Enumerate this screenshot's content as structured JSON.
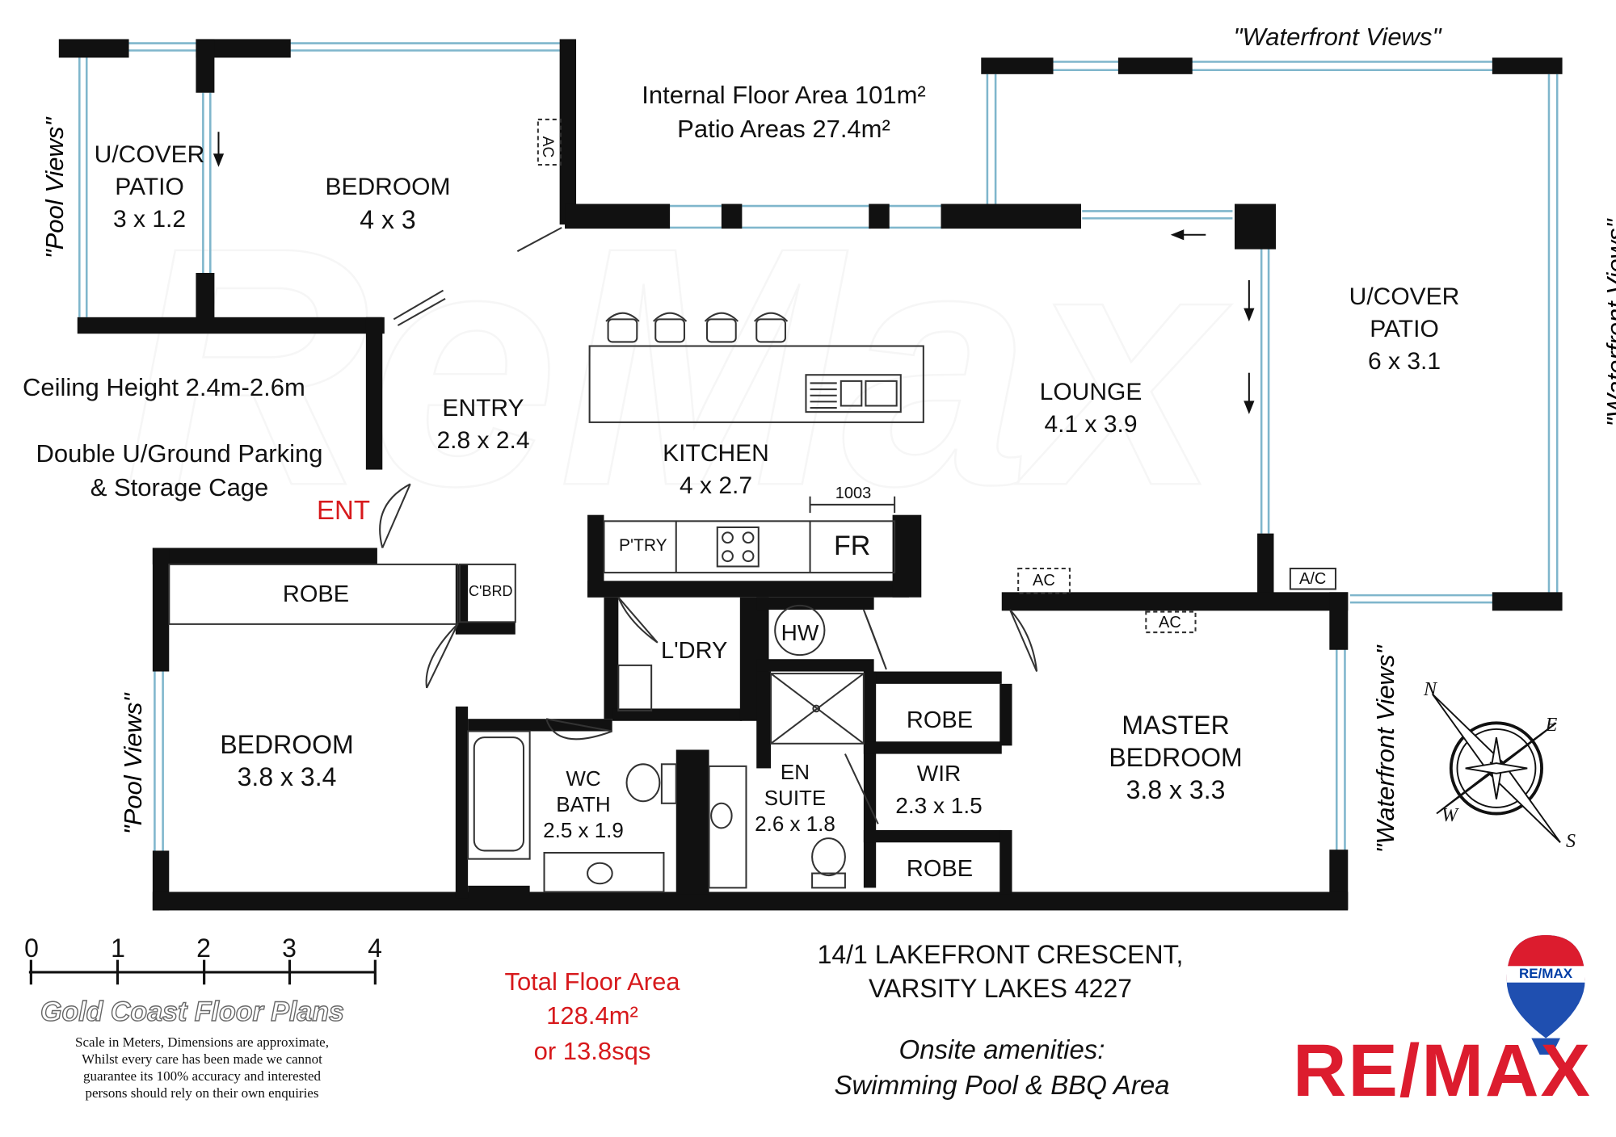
{
  "header": {
    "internal_area": "Internal Floor Area 101m²",
    "patio_area": "Patio Areas 27.4m²",
    "ceiling_height": "Ceiling Height 2.4m-2.6m",
    "parking_line1": "Double U/Ground Parking",
    "parking_line2": "& Storage Cage",
    "entrance": "ENT"
  },
  "views": {
    "waterfront_top": "\"Waterfront Views\"",
    "waterfront_right": "\"Waterfront Views\"",
    "waterfront_master": "\"Waterfront Views\"",
    "pool_left_top": "\"Pool Views\"",
    "pool_left_bottom": "\"Pool Views\""
  },
  "rooms": {
    "patio_small": {
      "name1": "U/COVER",
      "name2": "PATIO",
      "size": "3 x 1.2"
    },
    "bedroom_top": {
      "name": "BEDROOM",
      "size": "4 x 3"
    },
    "entry": {
      "name": "ENTRY",
      "size": "2.8 x 2.4"
    },
    "kitchen": {
      "name": "KITCHEN",
      "size": "4 x 2.7"
    },
    "lounge": {
      "name": "LOUNGE",
      "size": "4.1 x 3.9"
    },
    "patio_large": {
      "name1": "U/COVER",
      "name2": "PATIO",
      "size": "6 x 3.1"
    },
    "bedroom_bottom": {
      "name": "BEDROOM",
      "size": "3.8 x 3.4"
    },
    "wc_bath": {
      "name1": "WC",
      "name2": "BATH",
      "size": "2.5 x 1.9"
    },
    "ensuite": {
      "name1": "EN",
      "name2": "SUITE",
      "size": "2.6 x 1.8"
    },
    "wir": {
      "name": "WIR",
      "size": "2.3 x 1.5"
    },
    "master": {
      "name1": "MASTER",
      "name2": "BEDROOM",
      "size": "3.8 x 3.3"
    },
    "laundry": "L'DRY",
    "robe_bottom_bedroom": "ROBE",
    "robe_wir_top": "ROBE",
    "robe_wir_bottom": "ROBE",
    "cupboard": "C'BRD",
    "pantry": "P'TRY",
    "fridge": "FR",
    "fridge_width": "1003",
    "hot_water": "HW",
    "ac_labels": [
      "AC",
      "AC",
      "AC",
      "A/C"
    ]
  },
  "scale": {
    "ticks": [
      "0",
      "1",
      "2",
      "3",
      "4"
    ]
  },
  "footer": {
    "brand": "Gold Coast Floor Plans",
    "disclaimer": [
      "Scale in Meters, Dimensions are approximate,",
      "Whilst every care has been made we cannot",
      "guarantee its 100% accuracy and interested",
      "persons should rely on their own enquiries"
    ],
    "total_label": "Total Floor Area",
    "total_m2": "128.4m²",
    "total_sqs": "or 13.8sqs",
    "address_line1": "14/1 LAKEFRONT CRESCENT,",
    "address_line2": "VARSITY LAKES 4227",
    "amenities_label": "Onsite amenities:",
    "amenities": "Swimming Pool & BBQ Area"
  },
  "logo": {
    "balloon_text": "RE/MAX",
    "wordmark": "RE/MAX",
    "colors": {
      "red": "#dc1c2e",
      "blue": "#003da5"
    }
  },
  "compass": {
    "letters": [
      "N",
      "E",
      "S",
      "W"
    ]
  },
  "watermark": "RE/MAX"
}
